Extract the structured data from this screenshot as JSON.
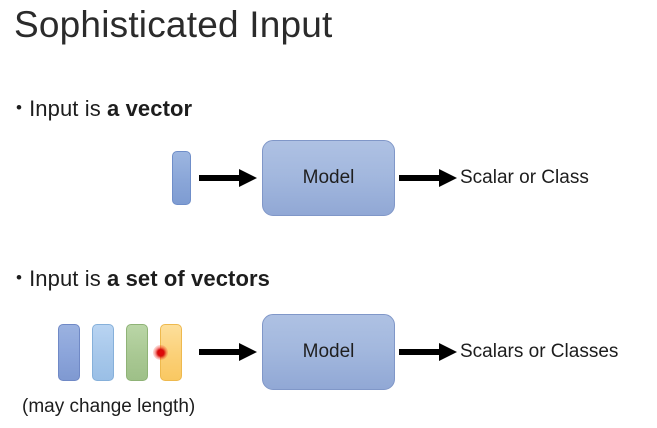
{
  "slide": {
    "title": "Sophisticated Input",
    "background_color": "#ffffff",
    "text_color": "#1d1d1d"
  },
  "sections": [
    {
      "id": "vector-input",
      "bullet_prefix": "•",
      "bullet_text_plain": "Input is ",
      "bullet_text_bold": "a vector",
      "input": {
        "kind": "single-vector",
        "bars": [
          {
            "name": "vector-bar",
            "color": "#8aa6d8"
          }
        ]
      },
      "model_label": "Model",
      "output_label": "Scalar or Class",
      "arrow_in_name": "input-arrow",
      "arrow_out_name": "output-arrow"
    },
    {
      "id": "vector-set-input",
      "bullet_prefix": "•",
      "bullet_text_plain": "Input is ",
      "bullet_text_bold": "a set of vectors",
      "input": {
        "kind": "vector-set",
        "bars": [
          {
            "name": "vector-bar-1",
            "color": "#8ba4da"
          },
          {
            "name": "vector-bar-2",
            "color": "#a6c7ea"
          },
          {
            "name": "vector-bar-3",
            "color": "#a9c893"
          },
          {
            "name": "vector-bar-4",
            "color": "#fbd077"
          }
        ],
        "marker": {
          "name": "red-dot-marker",
          "color": "#e81010"
        }
      },
      "caption": "(may change length)",
      "model_label": "Model",
      "output_label": "Scalars or Classes",
      "arrow_in_name": "input-arrow",
      "arrow_out_name": "output-arrow"
    }
  ],
  "colors": {
    "model_box_fill_top": "#aec1e3",
    "model_box_fill_bottom": "#91a8d5",
    "model_box_border": "#8097c8",
    "arrow": "#000000",
    "title": "#2b2b2b"
  }
}
